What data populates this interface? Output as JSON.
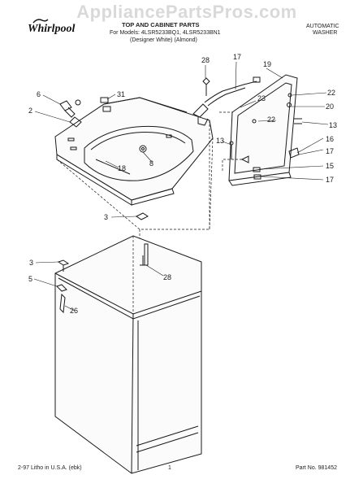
{
  "watermark": "AppliancePartsPros.com",
  "brand": "Whirlpool",
  "title": "TOP AND CABINET PARTS",
  "models_line": "For Models: 4LSR5233BQ1, 4LSR5233BN1",
  "colors_line": "(Designer White)   (Almond)",
  "product": [
    "AUTOMATIC",
    "WASHER"
  ],
  "callouts": [
    "28",
    "17",
    "31",
    "19",
    "6",
    "22",
    "23",
    "20",
    "2",
    "22",
    "13",
    "16",
    "13",
    "17",
    "8",
    "18",
    "15",
    "17",
    "3",
    "28",
    "3",
    "5",
    "26"
  ],
  "footer": {
    "left": "2-97 Litho in U.S.A. (ebk)",
    "center": "1",
    "right": "Part No. 981452"
  },
  "colors": {
    "line": "#1a1a1a",
    "watermark": "#aaaaaa"
  }
}
